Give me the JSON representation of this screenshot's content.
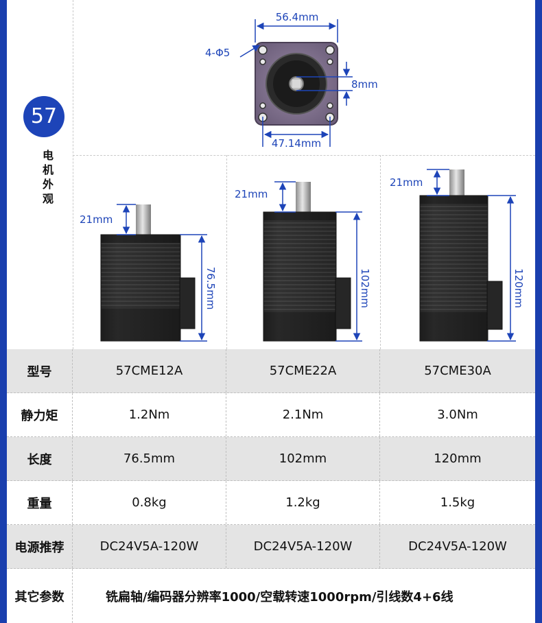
{
  "series_badge": "57",
  "side_label": "电机外观",
  "front_view": {
    "width_dim": "56.4mm",
    "hole_dim": "4-Φ5",
    "shaft_dim": "8mm",
    "pitch_dim": "47.14mm"
  },
  "motors": [
    {
      "shaft_len": "21mm",
      "body_len": "76.5mm"
    },
    {
      "shaft_len": "21mm",
      "body_len": "102mm"
    },
    {
      "shaft_len": "21mm",
      "body_len": "120mm"
    }
  ],
  "colors": {
    "accent": "#1a3fae",
    "dim_line": "#1d44b8",
    "shade": "#e4e4e4"
  },
  "table": {
    "rows": [
      {
        "label": "型号",
        "values": [
          "57CME12A",
          "57CME22A",
          "57CME30A"
        ],
        "shade": true
      },
      {
        "label": "静力矩",
        "values": [
          "1.2Nm",
          "2.1Nm",
          "3.0Nm"
        ],
        "shade": false
      },
      {
        "label": "长度",
        "values": [
          "76.5mm",
          "102mm",
          "120mm"
        ],
        "shade": true
      },
      {
        "label": "重量",
        "values": [
          "0.8kg",
          "1.2kg",
          "1.5kg"
        ],
        "shade": false
      },
      {
        "label": "电源推荐",
        "values": [
          "DC24V5A-120W",
          "DC24V5A-120W",
          "DC24V5A-120W"
        ],
        "shade": true
      }
    ],
    "other": {
      "label": "其它参数",
      "value": "铣扁轴/编码器分辨率1000/空载转速1000rpm/引线数4+6线"
    }
  }
}
